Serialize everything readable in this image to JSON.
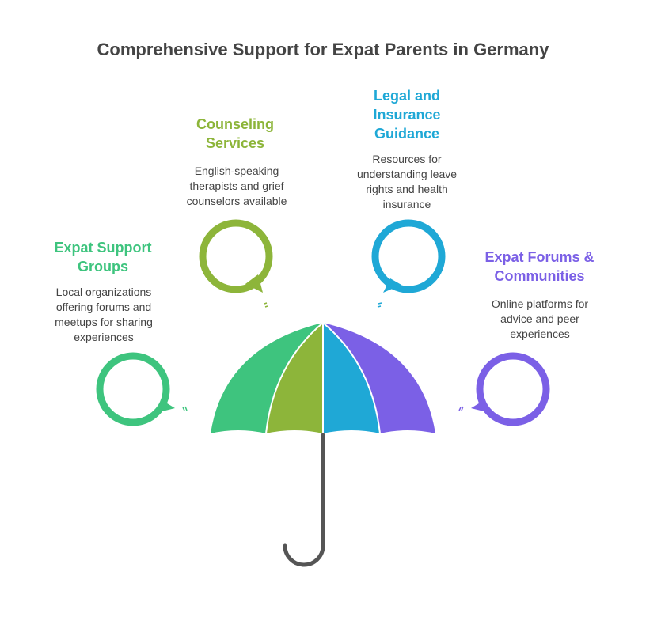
{
  "title": "Comprehensive Support for Expat Parents in Germany",
  "items": [
    {
      "heading": "Expat Support Groups",
      "description": "Local organizations offering forums and meetups for sharing experiences",
      "color": "#3EC47E"
    },
    {
      "heading": "Counseling Services",
      "description": "English-speaking therapists and grief counselors available",
      "color": "#8DB53A"
    },
    {
      "heading": "Legal and Insurance Guidance",
      "description": "Resources for understanding leave rights and health insurance",
      "color": "#1FA8D6"
    },
    {
      "heading": "Expat Forums & Communities",
      "description": "Online platforms for advice and peer experiences",
      "color": "#7B60E6"
    }
  ],
  "handle_color": "#555555"
}
